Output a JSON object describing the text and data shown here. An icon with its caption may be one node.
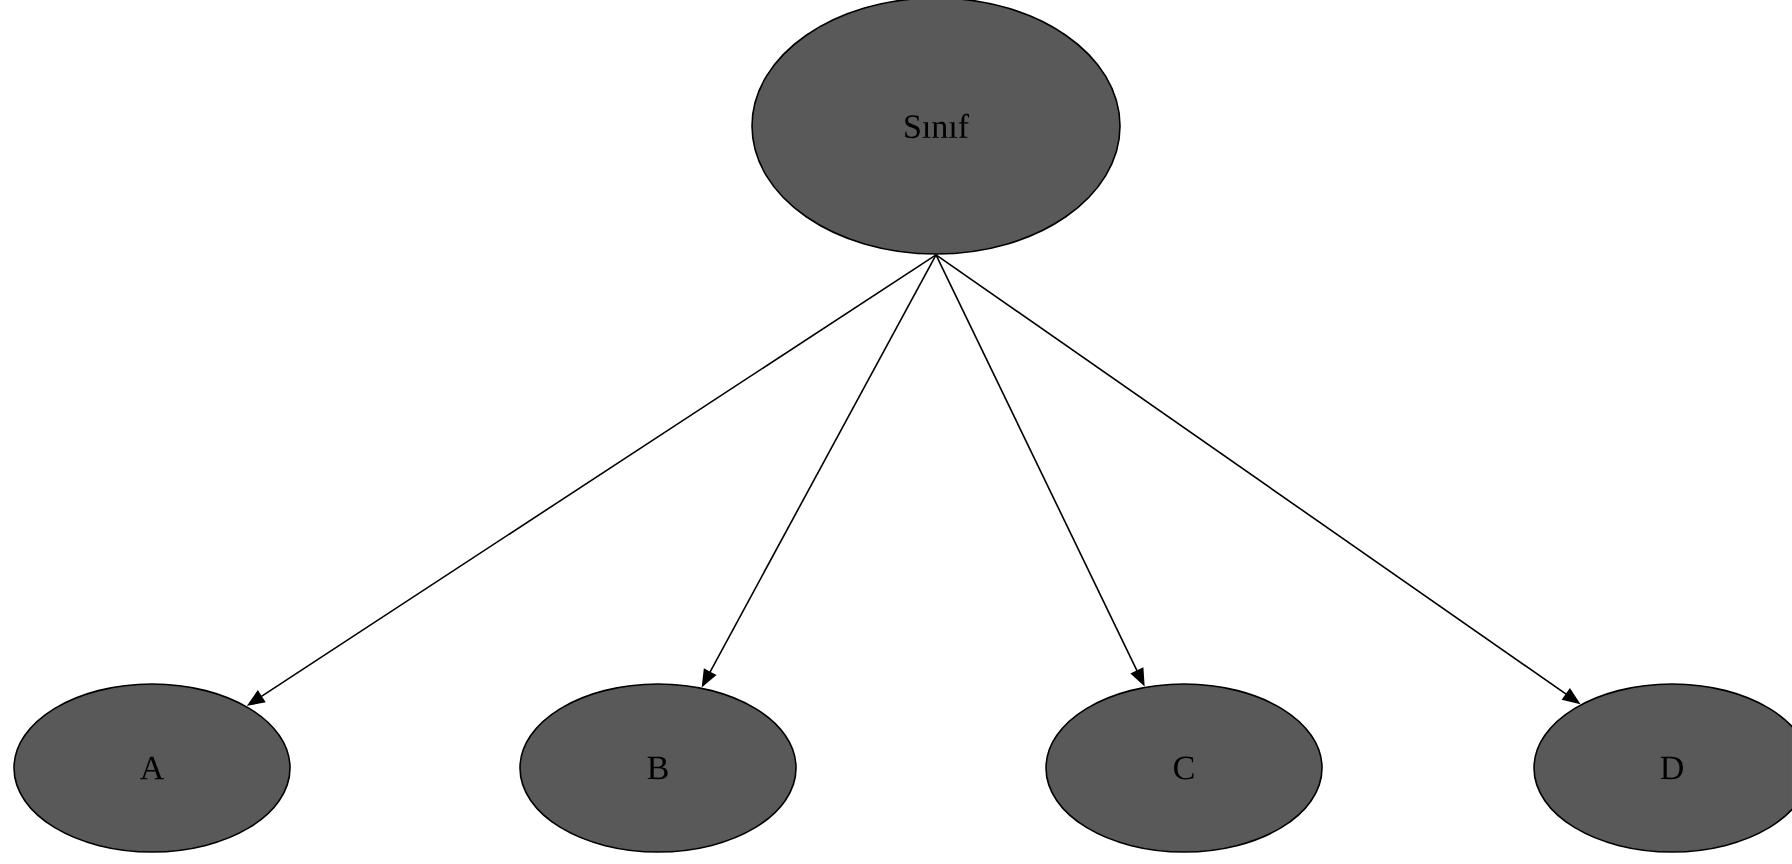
{
  "diagram": {
    "nodes": [
      {
        "text": [
          "Sınıf"
        ]
      },
      {
        "text": [
          "A"
        ]
      },
      {
        "text": [
          "B"
        ]
      },
      {
        "text": [
          "C"
        ]
      },
      {
        "text": [
          "D"
        ]
      }
    ],
    "edges": [
      {
        "from": 0,
        "to": 1,
        "arrow": "to"
      },
      {
        "from": 0,
        "to": 2,
        "arrow": "to"
      },
      {
        "from": 0,
        "to": 3,
        "arrow": "to"
      },
      {
        "from": 0,
        "to": 4,
        "arrow": "to"
      }
    ]
  }
}
